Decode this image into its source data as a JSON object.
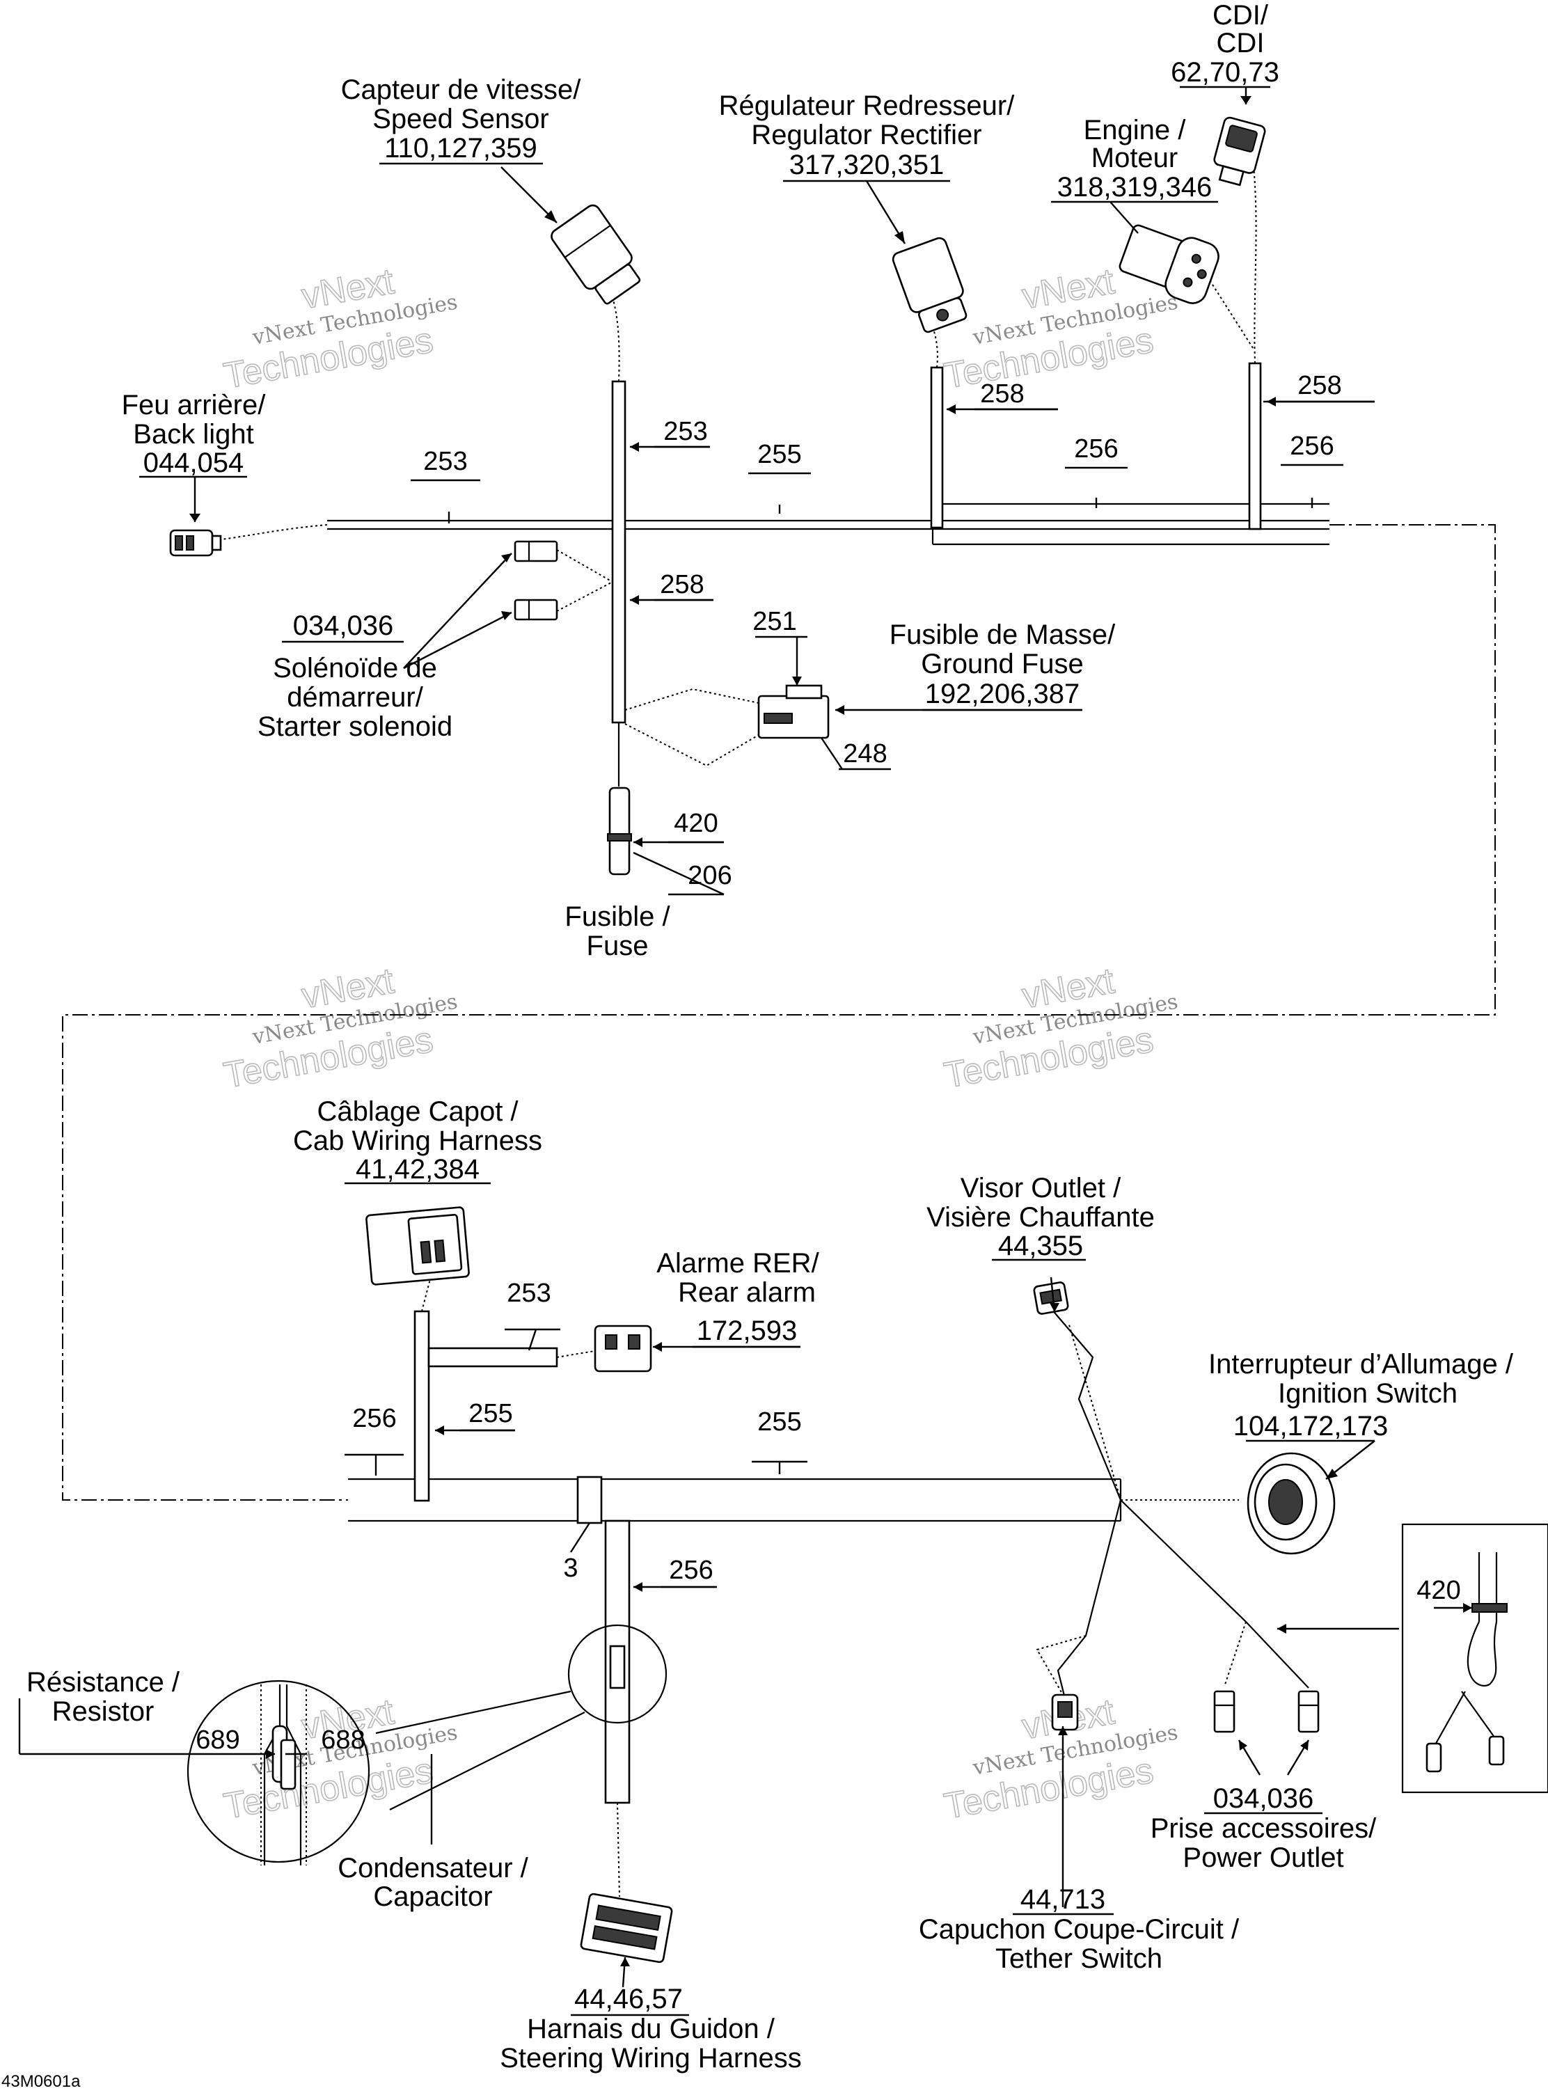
{
  "labels": {
    "cdi": [
      "CDI/",
      "CDI",
      "62,70,73"
    ],
    "speed_sensor": [
      "Capteur de vitesse/",
      "Speed Sensor",
      "110,127,359"
    ],
    "regulator": [
      "Régulateur Redresseur/",
      "Regulator Rectifier",
      "317,320,351"
    ],
    "engine": [
      "Engine /",
      "Moteur",
      "318,319,346"
    ],
    "back_light": [
      "Feu arrière/",
      "Back light",
      "044,054"
    ],
    "starter_solenoid": [
      "034,036",
      "Solénoïde de",
      "démarreur/",
      "Starter solenoid"
    ],
    "ground_fuse": [
      "Fusible de Masse/",
      "Ground Fuse",
      "192,206,387"
    ],
    "fuse": [
      "Fusible /",
      "Fuse"
    ],
    "cab_harness": [
      "Câblage Capot /",
      "Cab Wiring Harness",
      "41,42,384"
    ],
    "rear_alarm": [
      "Alarme RER/",
      "Rear alarm",
      "172,593"
    ],
    "visor_outlet": [
      "Visor Outlet /",
      "Visière Chauffante",
      "44,355"
    ],
    "ignition_switch": [
      "Interrupteur d’Allumage /",
      "Ignition Switch",
      "104,172,173"
    ],
    "resistor": [
      "Résistance /",
      "Resistor"
    ],
    "capacitor": [
      "Condensateur /",
      "Capacitor"
    ],
    "power_outlet": [
      "034,036",
      "Prise accessoires/",
      "Power Outlet"
    ],
    "steering_harness": [
      "44,46,57",
      "Harnais du Guidon /",
      "Steering Wiring Harness"
    ],
    "tether_switch": [
      "44,713",
      "Capuchon Coupe-Circuit /",
      "Tether Switch"
    ]
  },
  "callouts": {
    "c253_top": "253",
    "c253_left": "253",
    "c255_top": "255",
    "c256_top": "256",
    "c256_right": "256",
    "c258_reg": "258",
    "c258_eng": "258",
    "c258_mid": "258",
    "c251": "251",
    "c248": "248",
    "c420_top": "420",
    "c206": "206",
    "c253_cab": "253",
    "c256_bottom": "256",
    "c255_cab": "255",
    "c255_bottom": "255",
    "c3": "3",
    "c256_steer": "256",
    "c689": "689",
    "c688": "688",
    "c420_inset": "420"
  },
  "watermark": {
    "line1": "vNext Technologies",
    "line2": "vNext",
    "line3": "Technologies"
  },
  "figure_id": "43M0601a"
}
